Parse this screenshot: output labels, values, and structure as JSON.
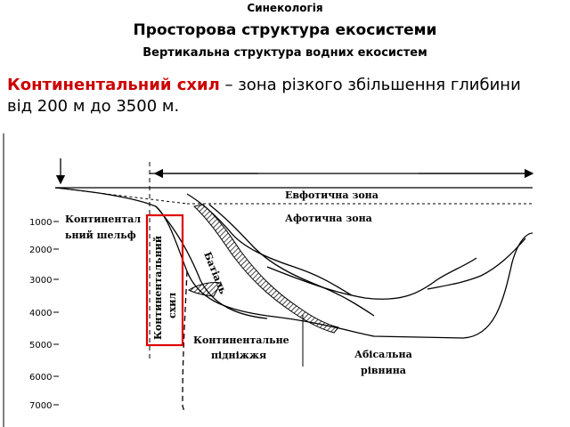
{
  "header": {
    "topic": "Синекологія",
    "title": "Просторова структура екосистеми",
    "subtitle": "Вертикальна структура водних екосистем"
  },
  "definition": {
    "term": "Континентальний схил",
    "rest": " – зона різкого збільшення глибини",
    "line2": "від 200 м до 3500 м."
  },
  "diagram": {
    "depth_ticks": [
      "1000",
      "2000",
      "3000",
      "4000",
      "5000",
      "6000",
      "7000"
    ],
    "zone_euphotic": "Евфотична зона",
    "zone_aphotic": "Афотична зона",
    "shelf_line1": "Континентал",
    "shelf_line2": "ьний шельф",
    "slope_line1": "Континентальний",
    "slope_line2": "схил",
    "bathyal": "Батіаль",
    "rise_line1": "Континентальне",
    "rise_line2": "підніжжя",
    "abyssal_line1": "Абісальна",
    "abyssal_line2": "рівнина",
    "highlight_color": "#dd0000"
  }
}
